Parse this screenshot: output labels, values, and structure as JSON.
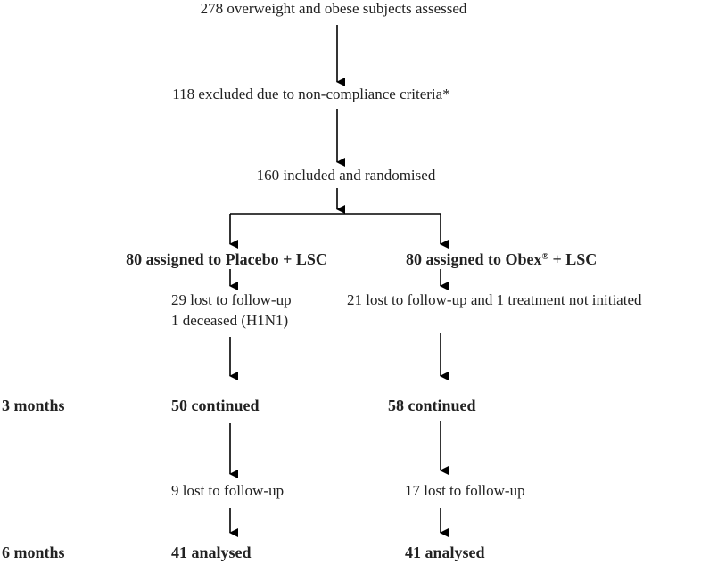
{
  "flow": {
    "assessed": "278 overweight and obese subjects assessed",
    "excluded": "118 excluded due to non-compliance criteria*",
    "randomised": "160 included and randomised"
  },
  "placebo_arm": {
    "assigned": "80 assigned to Placebo + LSC",
    "lost_1": "29 lost to follow-up",
    "lost_2": "1 deceased (H1N1)",
    "continued": "50 continued",
    "lost_later": "9 lost to follow-up",
    "analysed": "41 analysed"
  },
  "obex_arm": {
    "assigned_prefix": "80 assigned to Obex",
    "assigned_sup": "®",
    "assigned_suffix": " + LSC",
    "lost_1": "21 lost to follow-up and 1 treatment not initiated",
    "continued": "58 continued",
    "lost_later": "17 lost to follow-up",
    "analysed": "41 analysed"
  },
  "timepoints": {
    "t1": "3 months",
    "t2": "6 months"
  }
}
